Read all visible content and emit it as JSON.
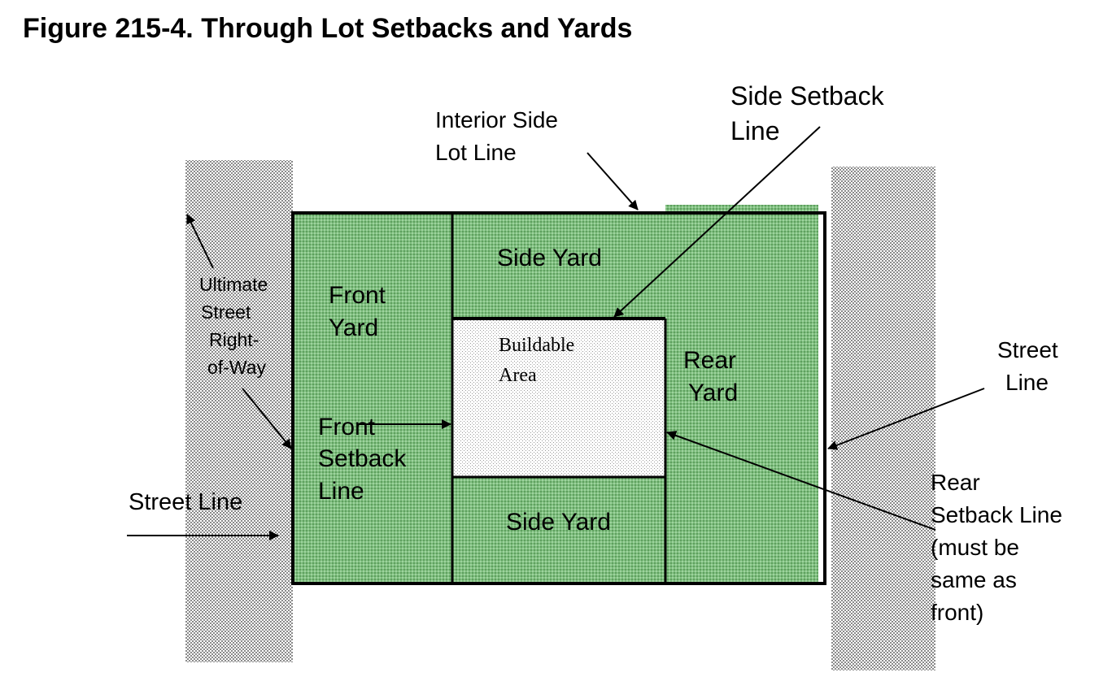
{
  "title": "Figure 215-4. Through Lot Setbacks and Yards",
  "colors": {
    "yard_green": "#7fbf7f",
    "buildable_fill": "#f2f2f2",
    "right_of_way_gray": "#c8c8c8",
    "line": "#000000"
  },
  "zones": {
    "front_yard": [
      "Front",
      "Yard"
    ],
    "side_yard_top": "Side Yard",
    "side_yard_bottom": "Side Yard",
    "rear_yard": [
      "Rear",
      "Yard"
    ],
    "buildable_area": [
      "Buildable",
      "Area"
    ]
  },
  "callouts": {
    "interior_side_lot_line": [
      "Interior Side",
      "Lot Line"
    ],
    "side_setback_line": [
      "Side Setback",
      "Line"
    ],
    "ultimate_street_row": [
      "Ultimate",
      "Street",
      "Right-",
      "of-Way"
    ],
    "front_setback_line": [
      "Front",
      "Setback",
      "Line"
    ],
    "street_line_left": "Street Line",
    "street_line_right": [
      "Street",
      "Line"
    ],
    "rear_setback_line": [
      "Rear",
      "Setback Line",
      "(must be",
      "same as",
      "front)"
    ]
  }
}
